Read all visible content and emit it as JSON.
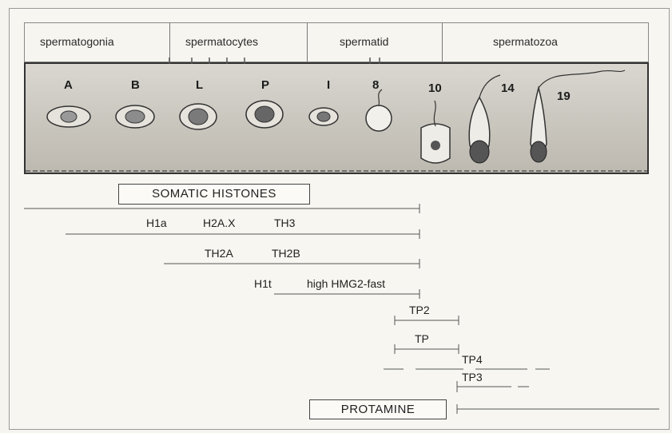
{
  "stages": [
    {
      "label": "spermatogonia"
    },
    {
      "label": "spermatocytes"
    },
    {
      "label": "spermatid"
    },
    {
      "label": "spermatozoa"
    }
  ],
  "cell_labels": [
    "A",
    "B",
    "L",
    "P",
    "I",
    "8",
    "10",
    "14",
    "19"
  ],
  "proteins": {
    "somatic_histones": "SOMATIC HISTONES",
    "h1a": "H1a",
    "h2ax": "H2A.X",
    "th3": "TH3",
    "th2a": "TH2A",
    "th2b": "TH2B",
    "h1t": "H1t",
    "hmg2": "high HMG2-fast",
    "tp2": "TP2",
    "tp": "TP",
    "tp4": "TP4",
    "tp3": "TP3",
    "protamine": "PROTAMINE"
  }
}
